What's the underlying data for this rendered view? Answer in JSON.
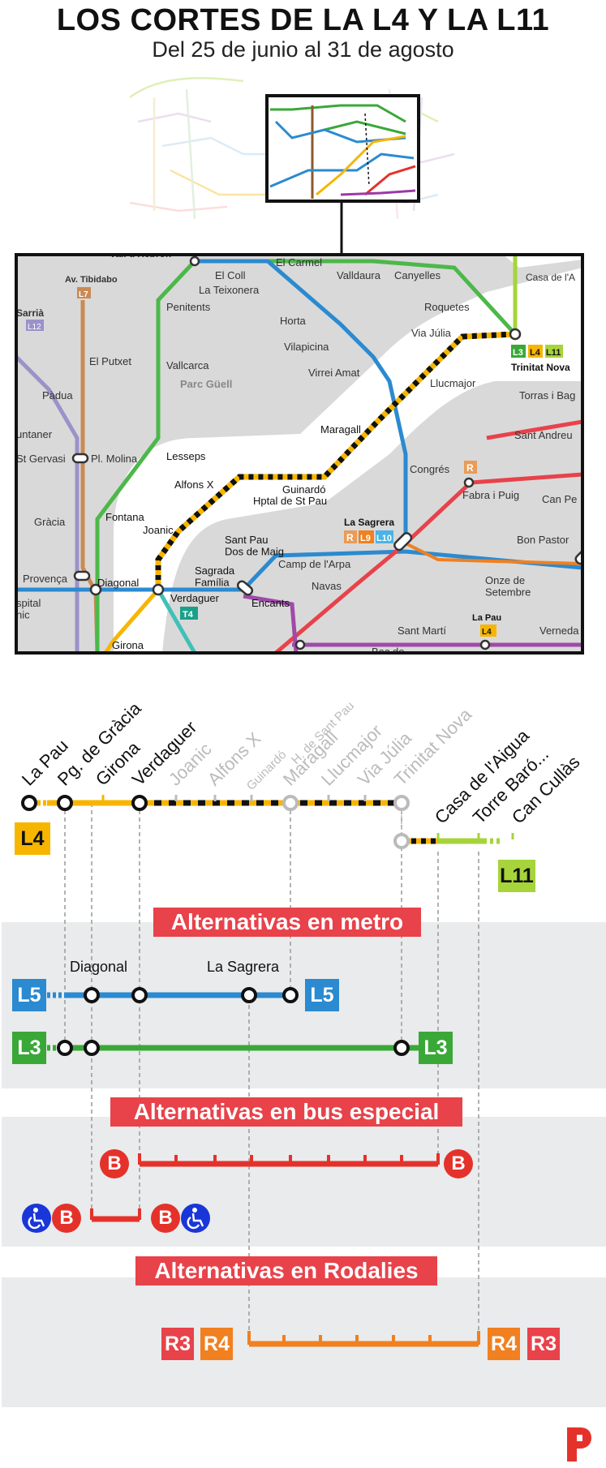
{
  "header": {
    "title": "LOS CORTES DE LA L4 Y LA L11",
    "subtitle": "Del 25 de junio al 31 de agosto"
  },
  "colors": {
    "l4": "#f7b500",
    "l11": "#a6d43a",
    "l5": "#2b8ad0",
    "l3": "#3aa838",
    "bus": "#e4322b",
    "rodalies_r3": "#e8424a",
    "rodalies_r4": "#f08020",
    "section_bg": "#e9ebec",
    "banner": "#e8424a"
  },
  "map": {
    "labels": {
      "vall_hebron": "Vall d'Hebron",
      "el_carmel": "El Carmel",
      "el_coll": "El Coll",
      "la_teixonera": "La Teixonera",
      "valldaura": "Valldaura",
      "canyelles": "Canyelles",
      "casa_aigua": "Casa de l'A",
      "av_tibidabo": "Av. Tibidabo",
      "l7": "L7",
      "sarria": "Sarrià",
      "l12": "L12",
      "penitents": "Penitents",
      "roquetes": "Roquetes",
      "horta": "Horta",
      "via_julia": "Via Júlia",
      "el_putxet": "El Putxet",
      "vallcarca": "Vallcarca",
      "vilapicina": "Vilapicina",
      "l3": "L3",
      "l4": "L4",
      "l11": "L11",
      "trinitat_nova": "Trinitat Nova",
      "parc_guell": "Parc Güell",
      "virrei_amat": "Virrei Amat",
      "llucmajor": "Llucmajor",
      "torras_bages": "Torras i Bag",
      "padua": "Pàdua",
      "maragall": "Maragall",
      "sant_andreu": "Sant Andreu",
      "muntaner": "untaner",
      "st_gervasi": "St Gervasi",
      "pl_molina": "Pl. Molina",
      "lesseps": "Lesseps",
      "congres": "Congrés",
      "r": "R",
      "alfons_x": "Alfons X",
      "guinardo": "Guinardó",
      "hptal_st_pau": "Hptal de St Pau",
      "fabra_puig": "Fabra i Puig",
      "can_peixauet": "Can Pe",
      "gracia": "Gràcia",
      "fontana": "Fontana",
      "joanic": "Joanic",
      "la_sagrera": "La Sagrera",
      "l9": "L9",
      "l10": "L10",
      "bon_pastor": "Bon Pastor",
      "sant_pau_dos_maig": "Sant Pau\nDos de Maig",
      "provenca": "Provença",
      "diagonal": "Diagonal",
      "sagrada_familia": "Sagrada\nFamília",
      "camp_arpa": "Camp de l'Arpa",
      "onze_setembre": "Onze de\nSetembre",
      "hospital_clinic": "spital\nnic",
      "verdaguer": "Verdaguer",
      "t4": "T4",
      "navas": "Navas",
      "encants": "Encants",
      "la_pau": "La Pau",
      "sant_marti": "Sant Martí",
      "verneda": "Verneda",
      "girona": "Girona",
      "bac_roda": "Bac de"
    }
  },
  "diagram": {
    "l4_stations": [
      "La Pau",
      "Pg. de Gràcia",
      "Girona",
      "Verdaguer",
      "Joanic",
      "Alfons X",
      "Guinardó\nH. de Sant Pau",
      "Maragall",
      "Llucmajor",
      "Via Júlia",
      "Trinitat Nova"
    ],
    "l11_stations": [
      "Casa de l'Aigua",
      "Torre Baró...",
      "Can Cullàs"
    ],
    "l4_badge": "L4",
    "l11_badge": "L11",
    "metro_banner": "Alternativas en metro",
    "bus_banner": "Alternativas en bus especial",
    "rodalies_banner": "Alternativas en Rodalies",
    "l5_badge": "L5",
    "l3_badge": "L3",
    "l5_diagonal": "Diagonal",
    "l5_sagrera": "La Sagrera",
    "bus_icon": "B",
    "r3_badge": "R3",
    "r4_badge": "R4",
    "accessible_icon": "wheelchair-icon"
  },
  "brand": {
    "logo_icon": "publico-p-logo-icon"
  }
}
